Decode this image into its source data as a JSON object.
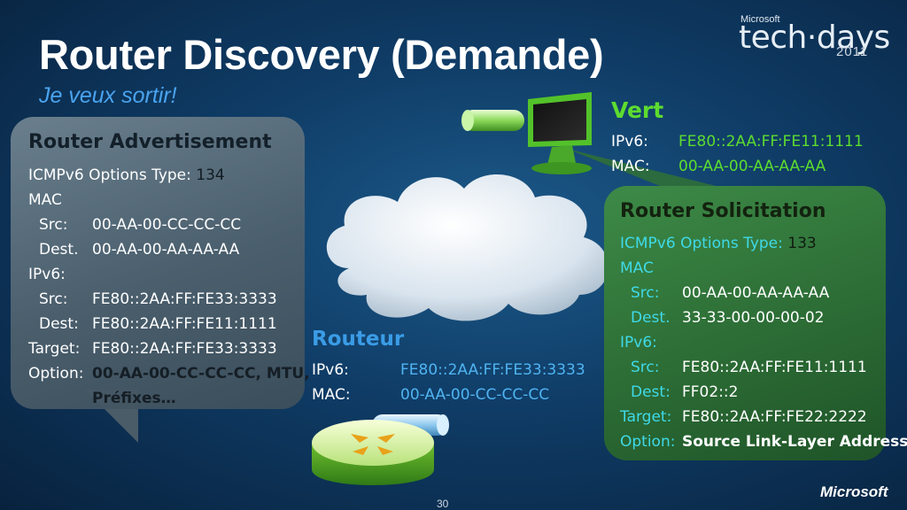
{
  "slide": {
    "title": "Router Discovery (Demande)",
    "subtitle": "Je veux sortir!",
    "page_number": "30"
  },
  "branding": {
    "ms_small": "Microsoft",
    "techdays": "tech·days",
    "year": "2011",
    "ms_bottom": "Microsoft"
  },
  "advertisement": {
    "heading": "Router Advertisement",
    "options_label": "ICMPv6 Options Type:",
    "options_value": "134",
    "mac_label": "MAC",
    "src_label": "Src:",
    "src_value": "00-AA-00-CC-CC-CC",
    "dest_label": "Dest.",
    "dest_value": "00-AA-00-AA-AA-AA",
    "ipv6_label": "IPv6:",
    "ip_src_label": "Src:",
    "ip_src_value": "FE80::2AA:FF:FE33:3333",
    "ip_dest_label": "Dest:",
    "ip_dest_value": "FE80::2AA:FF:FE11:1111",
    "target_label": "Target:",
    "target_value": "FE80::2AA:FF:FE33:3333",
    "option_label": "Option:",
    "option_value_1": "00-AA-00-CC-CC-CC, MTU,",
    "option_value_2": "Préfixes…"
  },
  "vert": {
    "name": "Vert",
    "ipv6_label": "IPv6:",
    "ipv6_value": "FE80::2AA:FF:FE11:1111",
    "mac_label": "MAC:",
    "mac_value": "00-AA-00-AA-AA-AA"
  },
  "solicitation": {
    "heading": "Router Solicitation",
    "options_label": "ICMPv6 Options Type:",
    "options_value": "133",
    "mac_label": "MAC",
    "src_label": "Src:",
    "src_value": "00-AA-00-AA-AA-AA",
    "dest_label": "Dest.",
    "dest_value": "33-33-00-00-00-02",
    "ipv6_label": "IPv6:",
    "ip_src_label": "Src:",
    "ip_src_value": "FE80::2AA:FF:FE11:1111",
    "ip_dest_label": "Dest:",
    "ip_dest_value": "FF02::2",
    "target_label": "Target:",
    "target_value": "FE80::2AA:FF:FE22:2222",
    "option_label": "Option:",
    "option_value": "Source Link-Layer Address"
  },
  "routeur": {
    "name": "Routeur",
    "ipv6_label": "IPv6:",
    "ipv6_value": "FE80::2AA:FF:FE33:3333",
    "mac_label": "MAC:",
    "mac_value": "00-AA-00-CC-CC-CC"
  },
  "colors": {
    "accent_blue": "#4aa3ee",
    "vert_green": "#5ddc2f",
    "router_blue": "#3b9ce6",
    "label_cyan": "#3fd9e8"
  },
  "icons": [
    "computer-icon",
    "router-icon",
    "cloud-icon",
    "network-cable-icon"
  ]
}
